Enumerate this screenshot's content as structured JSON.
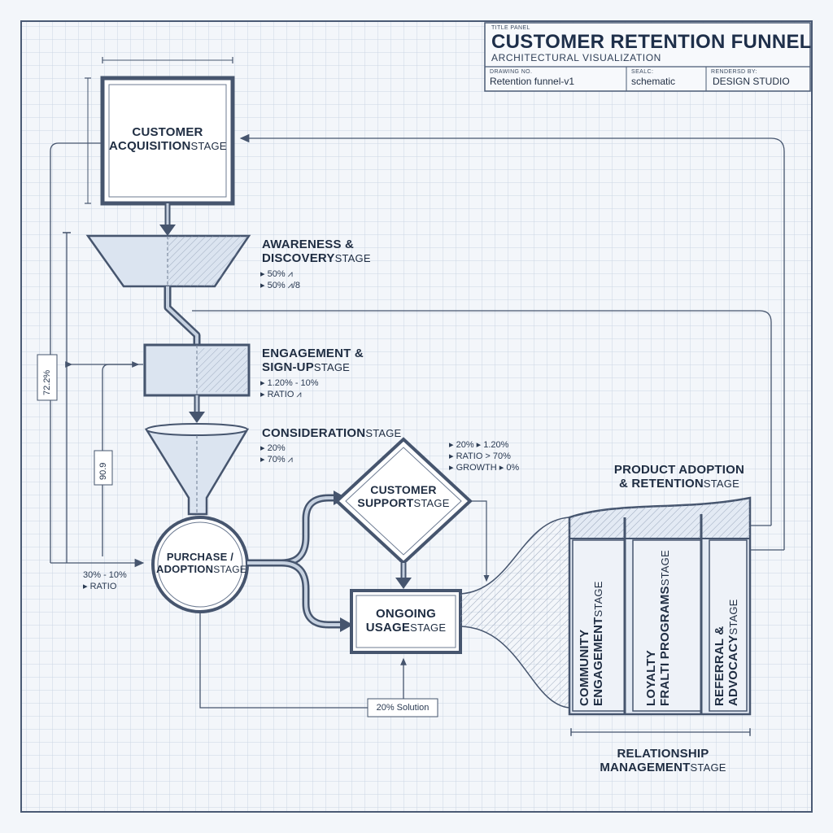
{
  "title_panel": {
    "label": "TITLE PANEL",
    "title": "CUSTOMER RETENTION FUNNEL",
    "subtitle": "ARCHITECTURAL VISUALIZATION",
    "drawing_no_label": "DRAWING NO.",
    "drawing_no": "Retention funnel-v1",
    "scale_label": "SEALC:",
    "scale": "schematic",
    "rendered_label": "RENDERSD BY:",
    "rendered_by": "DESIGN STUDIO"
  },
  "stages": {
    "acquisition": {
      "name": "CUSTOMER",
      "name2": "ACQUISITION",
      "suffix": "STAGE"
    },
    "awareness": {
      "name": "AWARENESS &",
      "name2": "DISCOVERY",
      "suffix": "STAGE",
      "metrics": [
        "▸ 50% ⩘",
        "▸ 50% ⩘/8"
      ]
    },
    "engagement": {
      "name": "ENGAGEMENT &",
      "name2": "SIGN-UP",
      "suffix": "STAGE",
      "metrics": [
        "▸ 1.20% - 10%",
        "▸ RATIO ⩘"
      ]
    },
    "consideration": {
      "name": "CONSIDERATION",
      "suffix": "STAGE",
      "metrics": [
        "▸ 20%",
        "▸ 70% ⩘"
      ]
    },
    "support": {
      "name": "CUSTOMER",
      "name2": "SUPPORT",
      "suffix": "STAGE",
      "metrics": [
        "▸ 20% ▸ 1.20%",
        "▸ RATIO > 70%",
        "▸ GROWTH ▸ 0%"
      ]
    },
    "purchase": {
      "name": "PURCHASE /",
      "name2": "ADOPTION",
      "suffix": "STAGE",
      "metrics": [
        "30% - 10%",
        "▸ RATIO"
      ]
    },
    "ongoing": {
      "name": "ONGOING",
      "name2": "USAGE",
      "suffix": "STAGE"
    },
    "product": {
      "name": "PRODUCT ADOPTION",
      "name2": "& RETENTION",
      "suffix": "STAGE"
    },
    "community": {
      "name": "COMMUNITY",
      "name2": "ENGAGEMENT",
      "suffix": "STAGE"
    },
    "loyalty": {
      "name": "LOYALTY",
      "name2": "FRALTI PROGRAMS",
      "suffix": "STAGE"
    },
    "referral": {
      "name": "REFERRAL &",
      "name2": "ADVOCACY",
      "suffix": "STAGE"
    },
    "relationship": {
      "name": "RELATIONSHIP",
      "name2": "MANAGEMENT",
      "suffix": "STAGE"
    }
  },
  "annotations": {
    "left_outer": "72.2%",
    "left_inner": "90.9",
    "solution": "20% Solution"
  },
  "colors": {
    "background": "#f3f6fa",
    "grid": "#c9d5e4",
    "ink": "#46556e",
    "fill": "#dfe7f2",
    "accent": "#8a9ab2"
  }
}
